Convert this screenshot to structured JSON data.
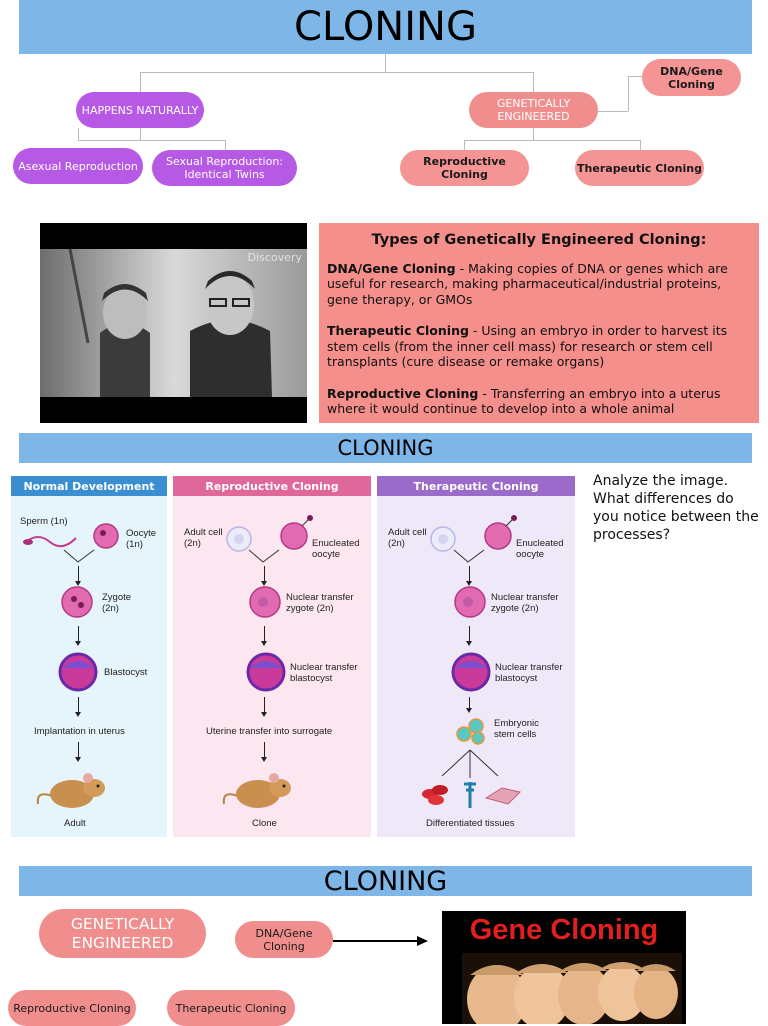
{
  "section1": {
    "title": "CLONING",
    "happens_naturally": "HAPPENS NATURALLY",
    "asexual": "Asexual Reproduction",
    "sexual": "Sexual Reproduction: Identical Twins",
    "genetically_engineered": "GENETICALLY ENGINEERED",
    "dna_gene": "DNA/Gene Cloning",
    "reproductive": "Reproductive Cloning",
    "therapeutic": "Therapeutic Cloning"
  },
  "video": {
    "watermark": "Discovery"
  },
  "types_box": {
    "heading": "Types of Genetically Engineered Cloning:",
    "items": [
      {
        "term": "DNA/Gene Cloning",
        "desc": " - Making copies of DNA or genes which are useful for research, making pharmaceutical/industrial proteins, gene therapy, or GMOs"
      },
      {
        "term": "Therapeutic Cloning",
        "desc": " - Using an embryo in order to harvest its stem cells (from the inner cell mass) for research or stem cell transplants (cure disease or remake organs)"
      },
      {
        "term": "Reproductive Cloning",
        "desc": " - Transferring an embryo into a uterus where it would continue to develop into a whole animal"
      }
    ]
  },
  "section2": {
    "title": "CLONING"
  },
  "diagram": {
    "normal": {
      "header": "Normal Development",
      "sperm": "Sperm (1n)",
      "oocyte": "Oocyte (1n)",
      "zygote": "Zygote (2n)",
      "blastocyst": "Blastocyst",
      "implant": "Implantation in uterus",
      "result": "Adult"
    },
    "reproductive": {
      "header": "Reproductive Cloning",
      "adult_cell": "Adult cell (2n)",
      "enucleated": "Enucleated oocyte",
      "nt_zygote": "Nuclear transfer zygote (2n)",
      "nt_blastocyst": "Nuclear transfer blastocyst",
      "transfer": "Uterine transfer into surrogate",
      "result": "Clone"
    },
    "therapeutic": {
      "header": "Therapeutic Cloning",
      "adult_cell": "Adult cell (2n)",
      "enucleated": "Enucleated oocyte",
      "nt_zygote": "Nuclear transfer zygote (2n)",
      "nt_blastocyst": "Nuclear transfer blastocyst",
      "stem": "Embryonic stem cells",
      "result": "Differentiated tissues"
    }
  },
  "prompt": "Analyze the image. What differences do you notice between the processes?",
  "section3": {
    "title": "CLONING",
    "genetically_engineered": "GENETICALLY ENGINEERED",
    "dna_gene": "DNA/Gene Cloning",
    "reproductive": "Reproductive Cloning",
    "therapeutic": "Therapeutic Cloning",
    "image_title": "Gene Cloning"
  }
}
